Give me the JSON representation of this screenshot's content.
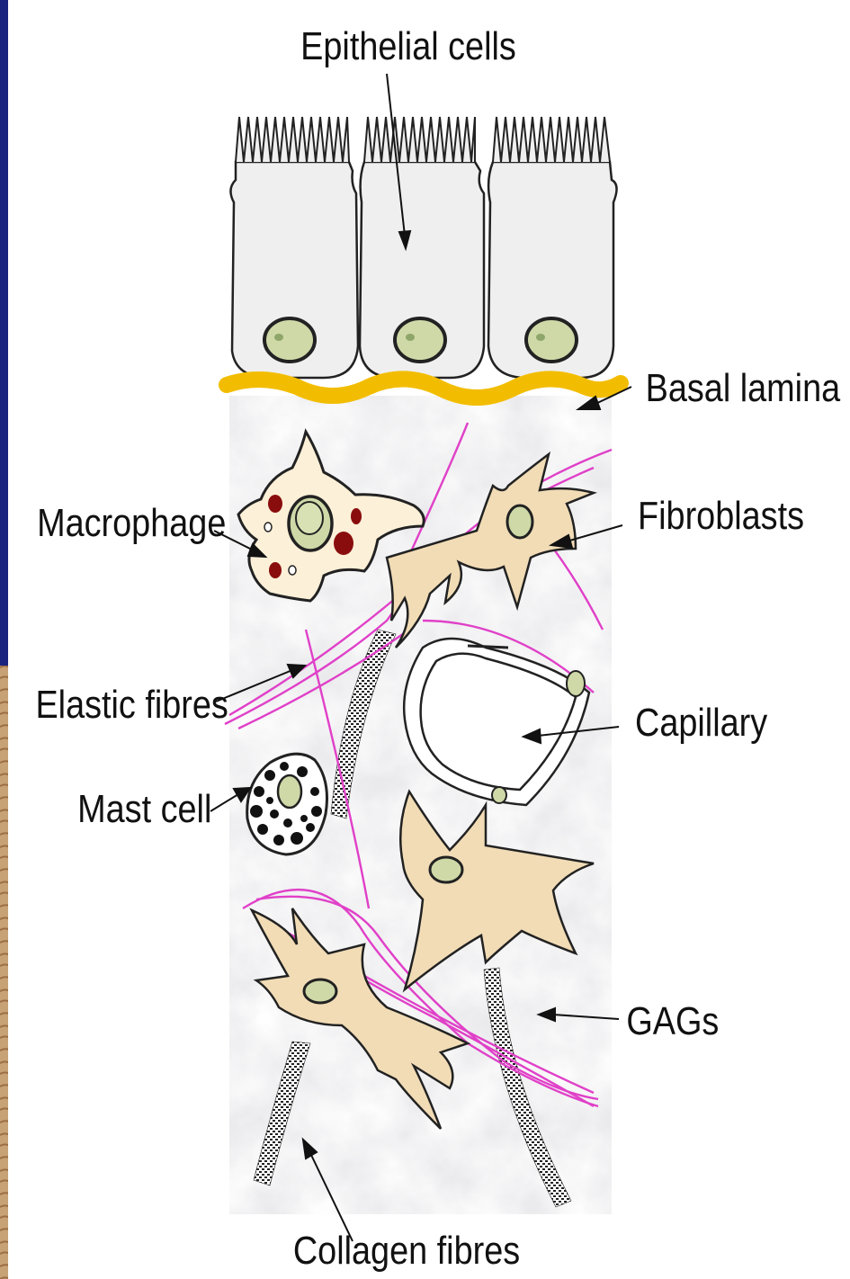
{
  "labels": {
    "epithelial_cells": "Epithelial cells",
    "basal_lamina": "Basal lamina",
    "macrophage": "Macrophage",
    "fibroblasts": "Fibroblasts",
    "elastic_fibres": "Elastic fibres",
    "capillary": "Capillary",
    "mast_cell": "Mast cell",
    "gags": "GAGs",
    "collagen_fibres": "Collagen fibres"
  },
  "colors": {
    "frame_left": "#1a237e",
    "frame_wood": "#c9a77a",
    "matrix": "#dcdcdc",
    "basal_lamina": "#f2bd00",
    "elastic_fibre": "#e040c8",
    "fibroblast": "#f1dcb6",
    "macrophage": "#fdf0d8",
    "nucleus": "#cfd9a8",
    "granule_red": "#8a0d0d",
    "epithelium": "#ededed"
  }
}
